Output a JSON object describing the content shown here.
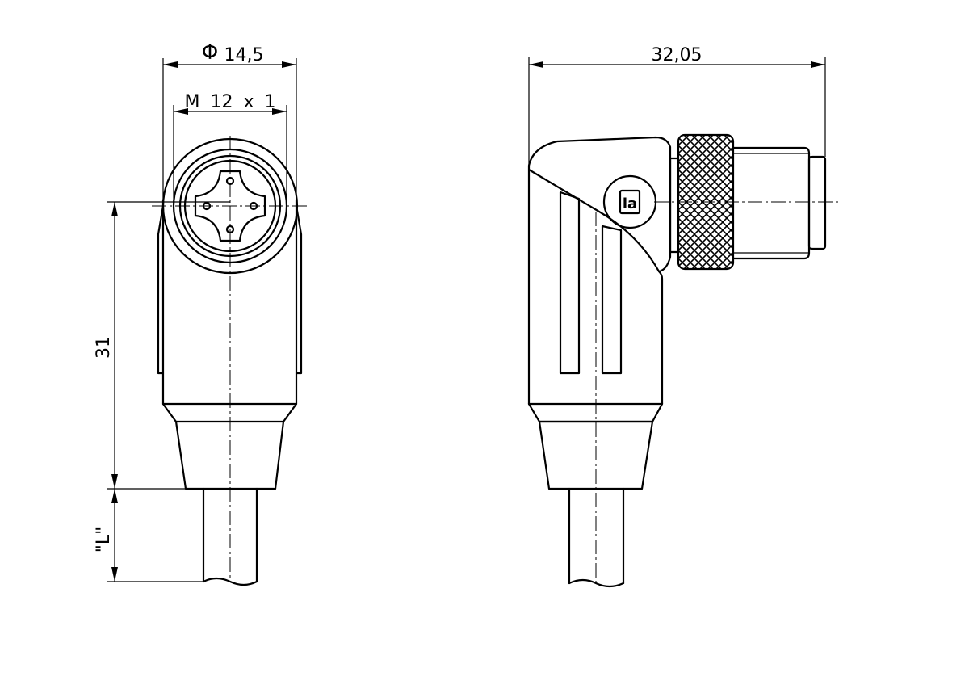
{
  "dimensions": {
    "diameter_symbol": "Φ",
    "diameter_value": "14,5",
    "thread": "M 12 x 1",
    "width_side": "32,05",
    "height": "31",
    "length": "\"L\""
  },
  "logo": {
    "text": "la"
  }
}
